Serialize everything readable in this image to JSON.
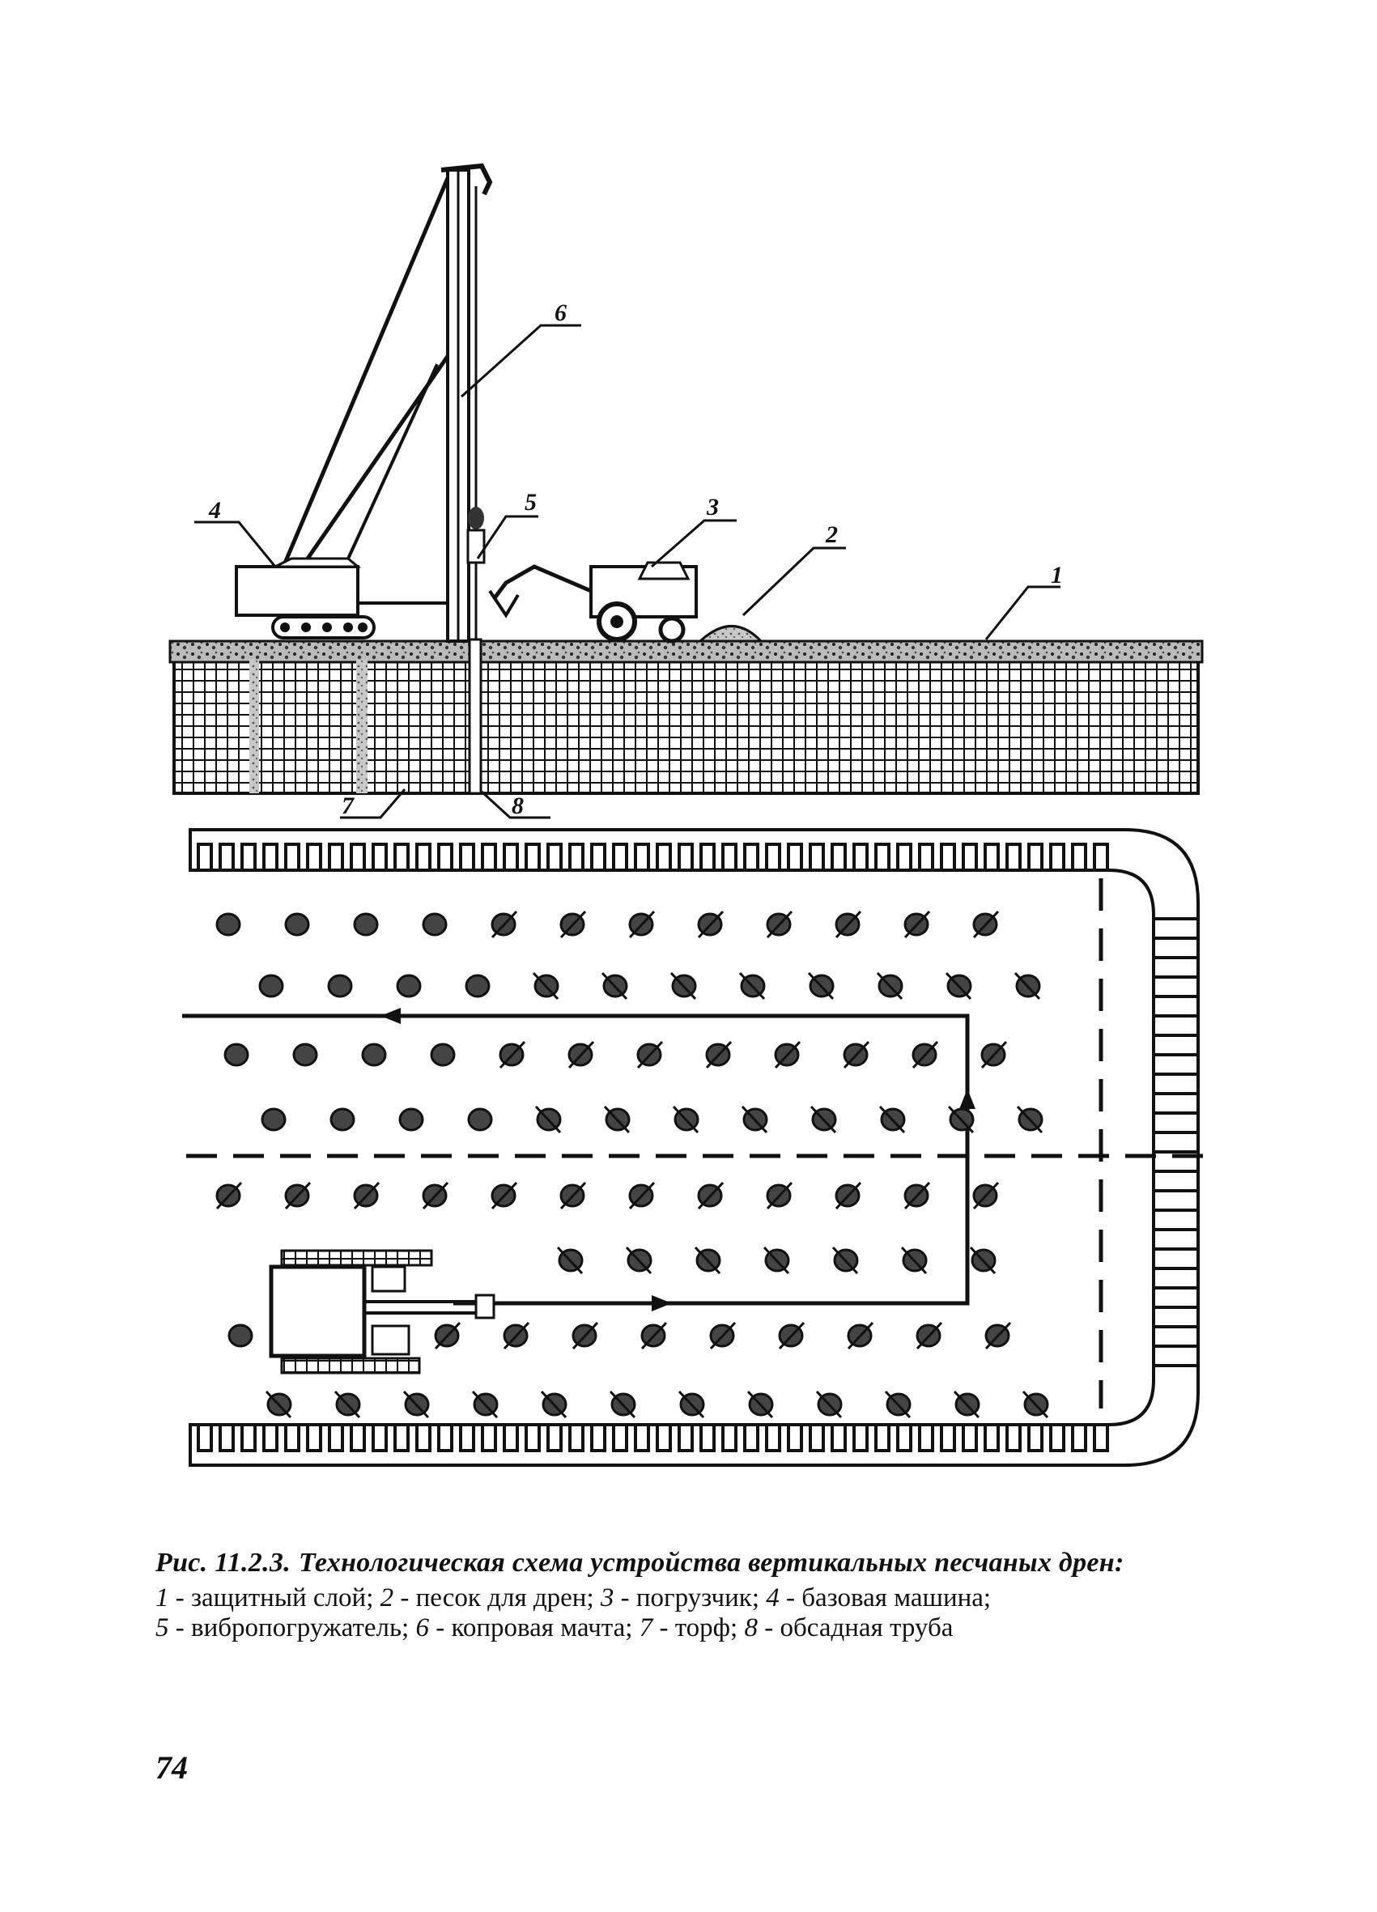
{
  "figure": {
    "caption_prefix": "Рис. 11.2.3.",
    "caption_title": "Технологическая схема устройства вертикальных песчаных дрен:",
    "legend": [
      {
        "key": "1",
        "text": "защитный слой;"
      },
      {
        "key": "2",
        "text": "песок для дрен;"
      },
      {
        "key": "3",
        "text": "погрузчик;"
      },
      {
        "key": "4",
        "text": "базовая машина;"
      },
      {
        "key": "5",
        "text": "вибропогружатель;"
      },
      {
        "key": "6",
        "text": "копровая мачта;"
      },
      {
        "key": "7",
        "text": "торф;"
      },
      {
        "key": "8",
        "text": "обсадная труба"
      }
    ],
    "callouts": [
      "1",
      "2",
      "3",
      "4",
      "5",
      "6",
      "7",
      "8"
    ]
  },
  "page_number": "74"
}
